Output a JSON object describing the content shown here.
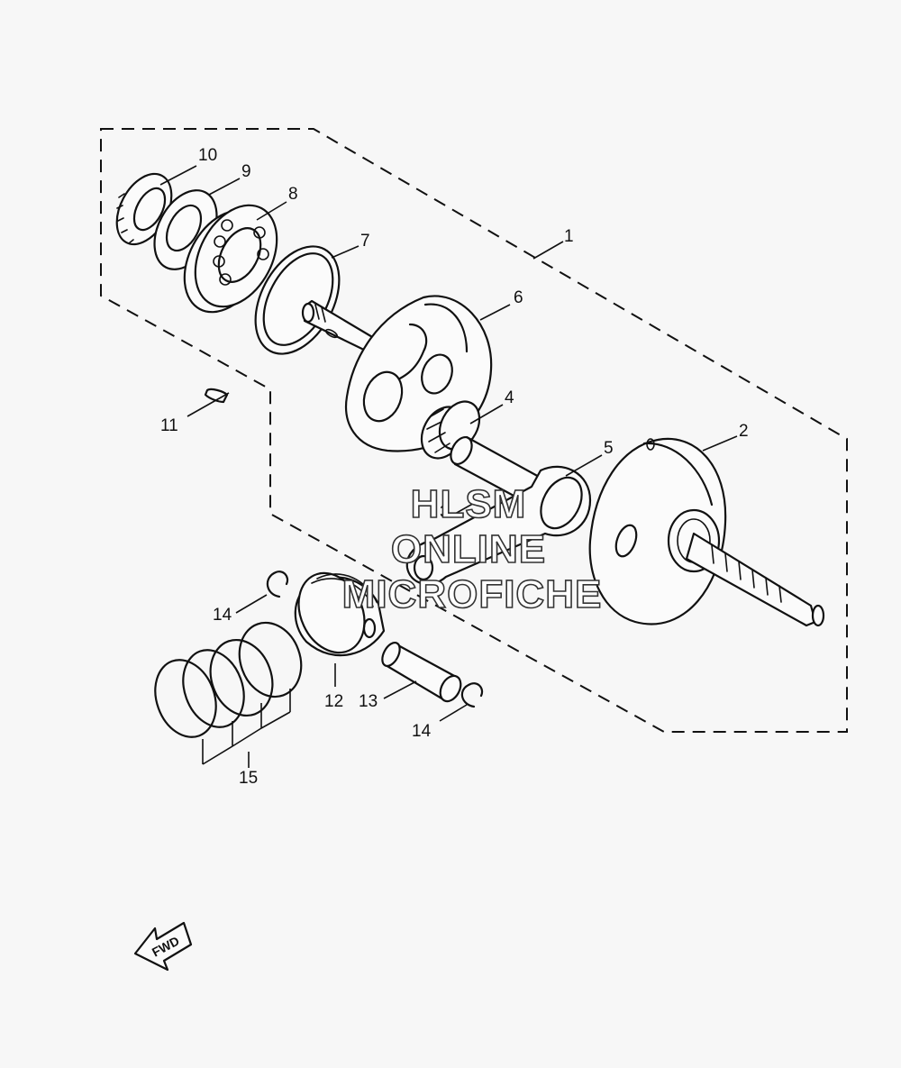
{
  "diagram": {
    "labels": {
      "p1": "1",
      "p2": "2",
      "p3": "3",
      "p4": "4",
      "p5": "5",
      "p6": "6",
      "p7": "7",
      "p8": "8",
      "p9": "9",
      "p10": "10",
      "p11": "11",
      "p12": "12",
      "p13": "13",
      "p14a": "14",
      "p14b": "14",
      "p15": "15"
    },
    "watermark": {
      "line1": "HLSM",
      "line2": "ONLINE",
      "line3": "MICROFICHE"
    },
    "direction_label": "FWD"
  }
}
